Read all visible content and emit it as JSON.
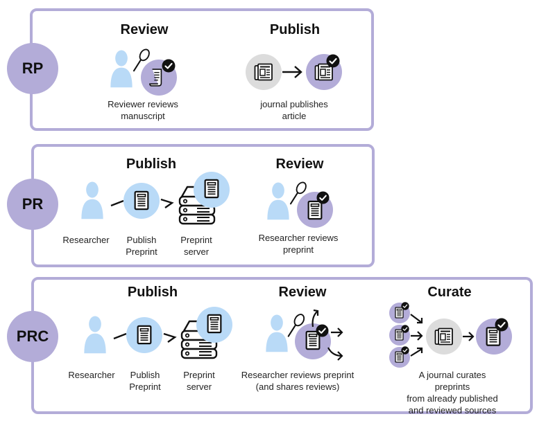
{
  "colors": {
    "panel_border": "#b3acd8",
    "badge_fill": "#b3acd8",
    "person_fill": "#b9daf7",
    "doc_circle_blue": "#b9daf7",
    "doc_circle_purple": "#b3acd8",
    "newspaper_circle_gray": "#dcdcdc",
    "icon_stroke": "#111111"
  },
  "rows": [
    {
      "badge": "RP",
      "sections": [
        {
          "heading": "Review",
          "caption": "Reviewer reviews\nmanuscript"
        },
        {
          "heading": "Publish",
          "caption": "journal publishes\narticle"
        }
      ]
    },
    {
      "badge": "PR",
      "sections": [
        {
          "heading": "Publish",
          "captions": [
            "Researcher",
            "Publish\nPreprint",
            "Preprint\nserver"
          ]
        },
        {
          "heading": "Review",
          "caption": "Researcher reviews\npreprint"
        }
      ]
    },
    {
      "badge": "PRC",
      "sections": [
        {
          "heading": "Publish",
          "captions": [
            "Researcher",
            "Publish\nPreprint",
            "Preprint\nserver"
          ]
        },
        {
          "heading": "Review",
          "caption": "Researcher reviews preprint\n(and shares reviews)"
        },
        {
          "heading": "Curate",
          "caption": "A journal curates preprints\nfrom already published\nand reviewed sources"
        }
      ]
    }
  ]
}
